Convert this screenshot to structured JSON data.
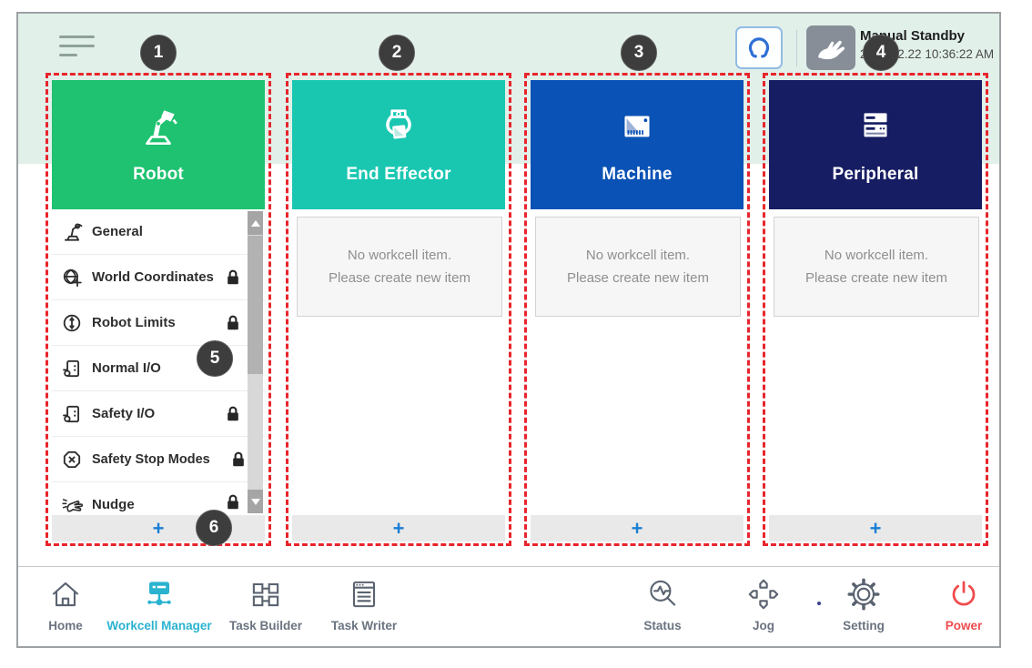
{
  "title_bar": {
    "mode": "Manual Standby",
    "datetime": "2022.02.22 10:36:22 AM"
  },
  "columns": [
    {
      "title": "Robot",
      "color": "#1ec270",
      "items": [
        {
          "label": "General",
          "locked": false
        },
        {
          "label": "World Coordinates",
          "locked": true
        },
        {
          "label": "Robot Limits",
          "locked": true
        },
        {
          "label": "Normal I/O",
          "locked": false
        },
        {
          "label": "Safety I/O",
          "locked": true
        },
        {
          "label": "Safety Stop Modes",
          "locked": true
        },
        {
          "label": "Nudge",
          "locked": true
        }
      ]
    },
    {
      "title": "End Effector",
      "color": "#19c7b1"
    },
    {
      "title": "Machine",
      "color": "#0a52b5"
    },
    {
      "title": "Peripheral",
      "color": "#171d63"
    }
  ],
  "empty_state": {
    "line1": "No workcell item.",
    "line2": "Please create new item"
  },
  "add_button_label": "+",
  "annotations": {
    "labels": [
      "1",
      "2",
      "3",
      "4",
      "5",
      "6"
    ]
  },
  "nav": {
    "items": [
      {
        "label": "Home",
        "active": false
      },
      {
        "label": "Workcell Manager",
        "active": true
      },
      {
        "label": "Task Builder",
        "active": false
      },
      {
        "label": "Task Writer",
        "active": false
      },
      {
        "label": "Status",
        "active": false
      },
      {
        "label": "Jog",
        "active": false
      },
      {
        "label": "Setting",
        "active": false
      },
      {
        "label": "Power",
        "active": false,
        "danger": true
      }
    ]
  },
  "colors": {
    "top_strip": "#e2f0ea",
    "robot_header": "#1ec270",
    "end_effector_header": "#19c7b1",
    "machine_header": "#0a52b5",
    "peripheral_header": "#171d63",
    "nav_active": "#2ab3cf",
    "power_red": "#ef4b4e",
    "annotation_dashed_red": "#e8252c",
    "plus_blue": "#1b7fd4"
  }
}
